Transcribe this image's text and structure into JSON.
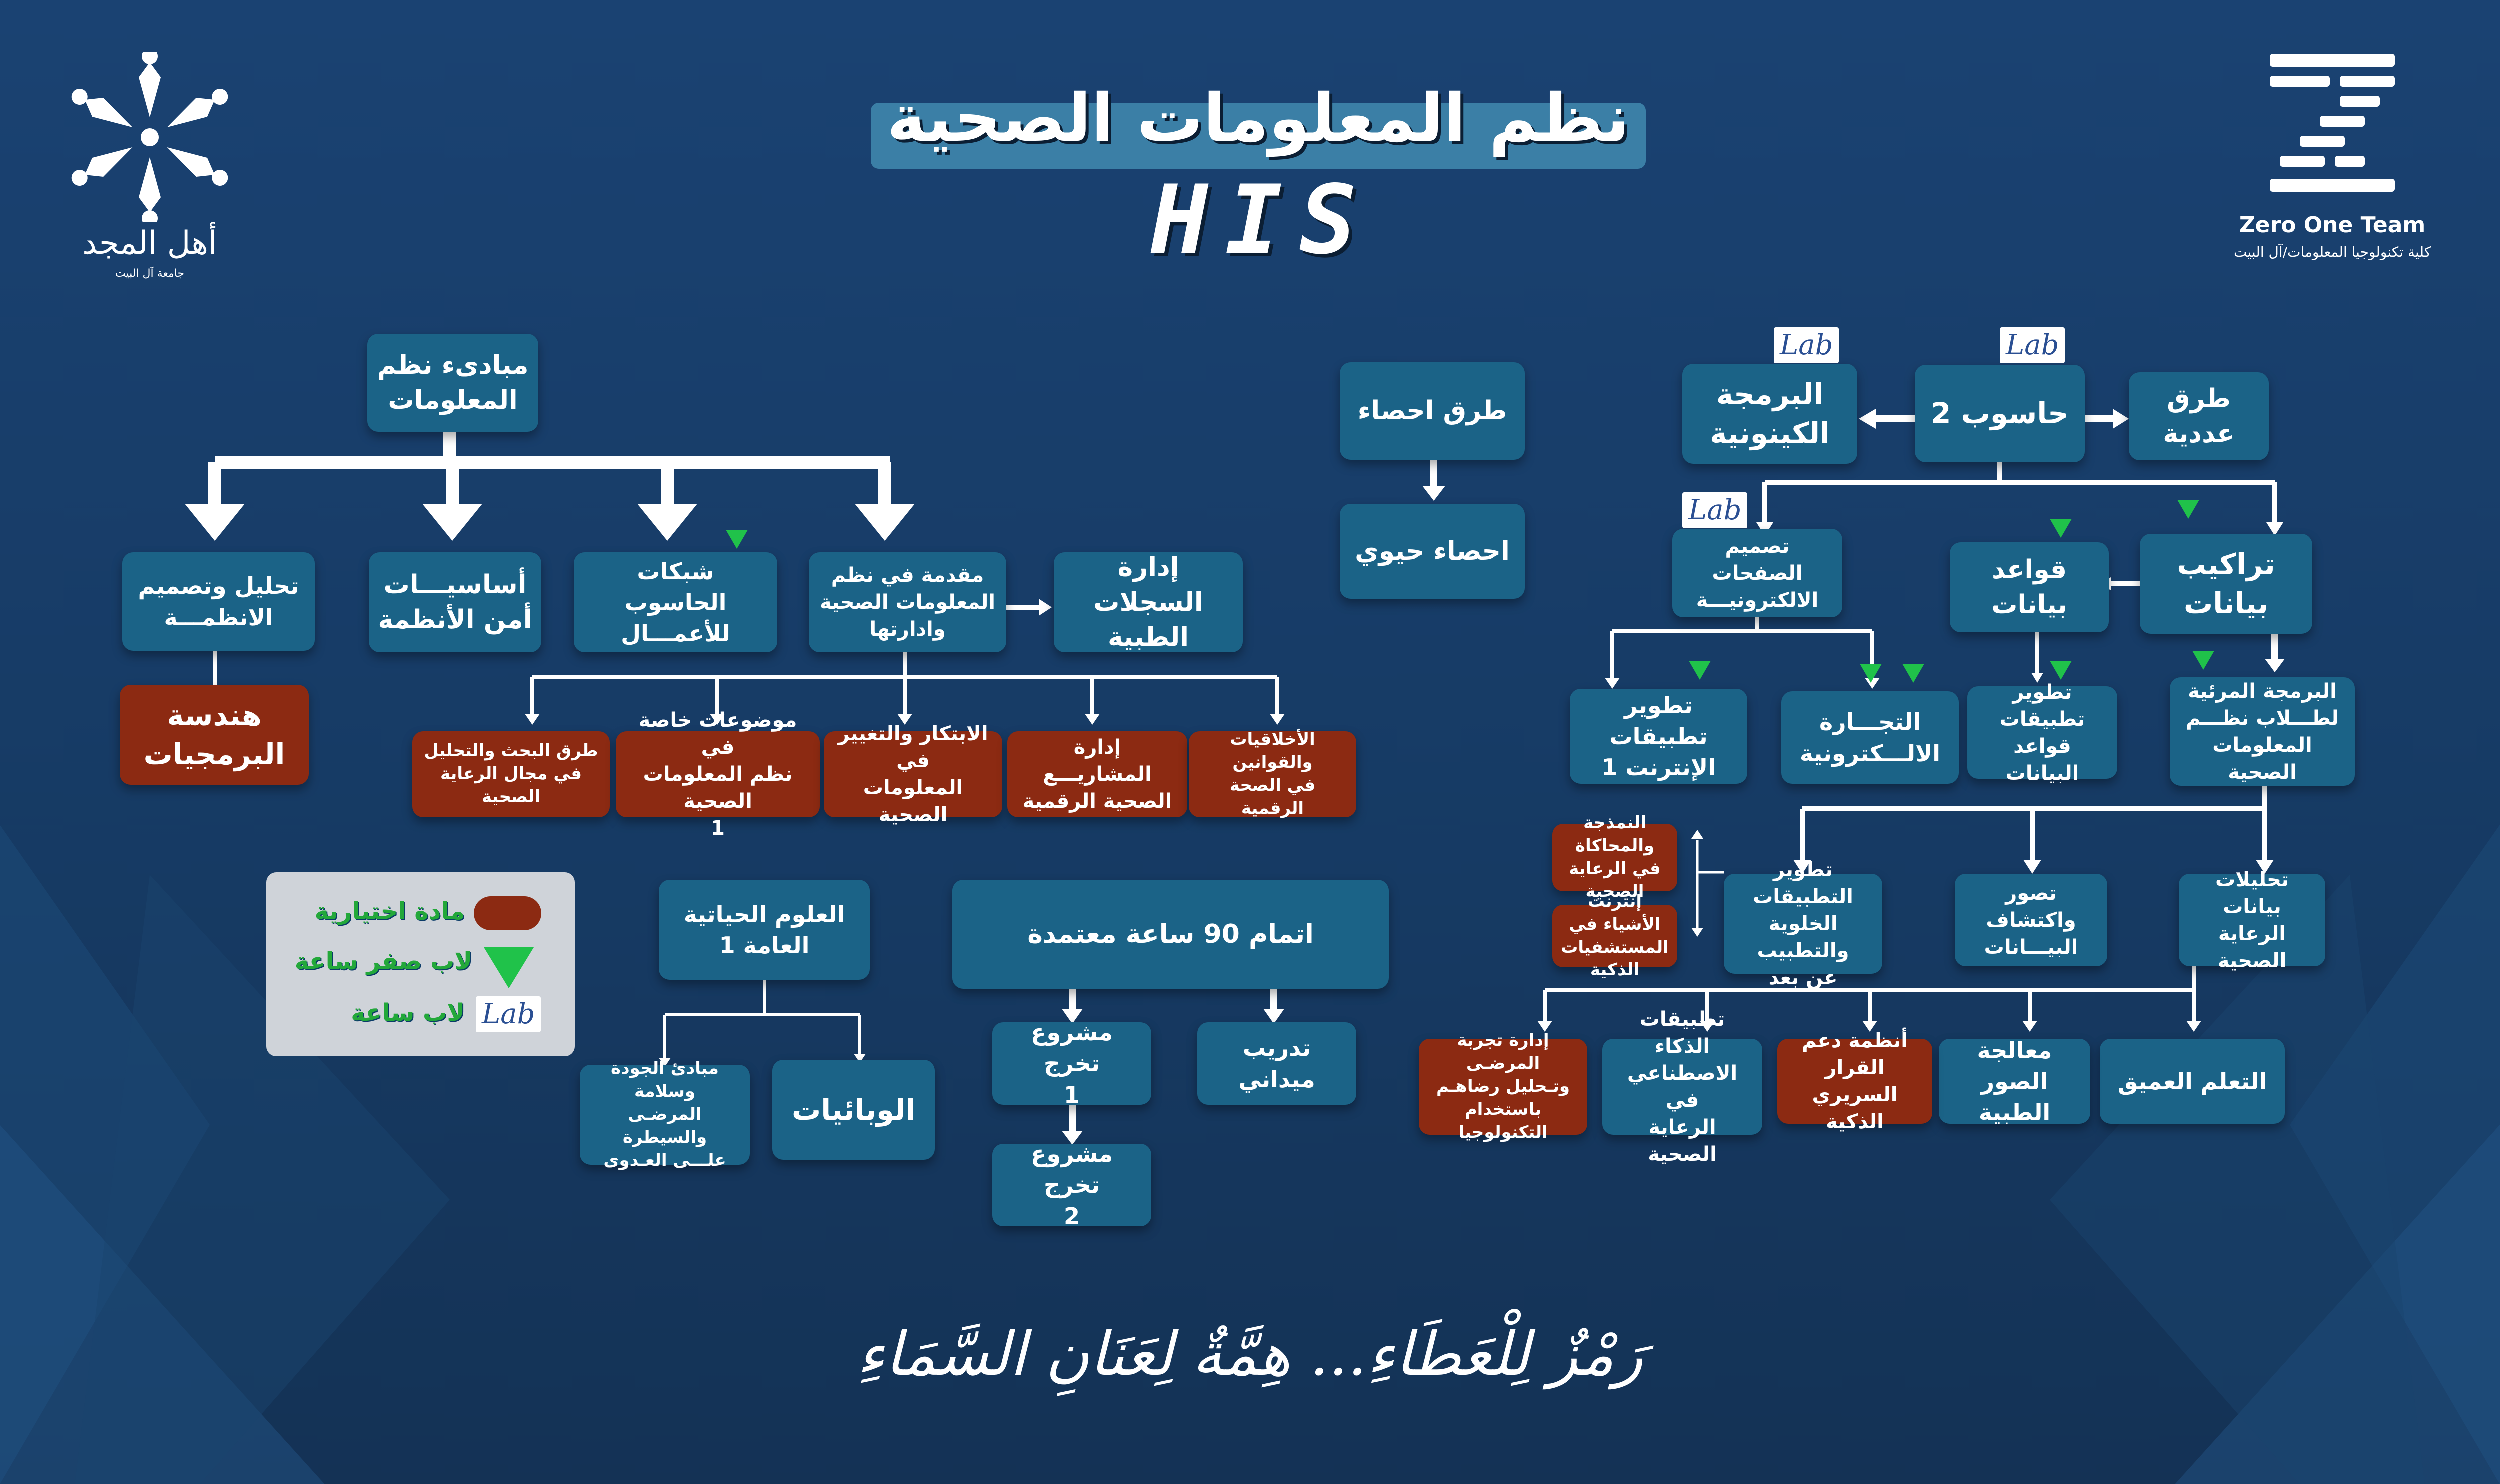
{
  "header": {
    "title": "نظم المعلومات الصحية",
    "subtitle": "HIS",
    "left_logo": {
      "name": "أهل المجد",
      "sub": "جامعة آل البيت"
    },
    "right_logo": {
      "name": "Zero One Team",
      "sub": "كلية تكنولوجيا المعلومات/آل البيت"
    }
  },
  "lab_label": "Lab",
  "legend": {
    "elective": "مادة اختيارية",
    "lab_zero": "لاب صفر ساعة",
    "lab_hour": "لاب ساعة"
  },
  "nodes": {
    "mabadi": "مبادىء نظم\nالمعلومات",
    "tahleel": "تحليل وتصميم\nالانظمـــة",
    "handasa": "هندسة\nالبرمجيات",
    "asasiyat": "أساسيـــات\nأمن الأنظمة",
    "shabakat": "شبكات الحاسوب\nللأعمـــال",
    "muqaddima": "مقدمة في نظم\nالمعلومات الصحية\nوادارتها",
    "idarat_sijillat": "إدارة السجلات\nالطبية",
    "turuq_bahth": "طرق البحث والتحليل\nفي مجال الرعاية الصحية",
    "mawdooat": "موضوعات خاصة في\nنظم المعلومات الصحية\n1",
    "ibtikar": "الابتكار والتغيير في\nالمعلومات الصحية",
    "idarat_mashari": "إدارة المشاريـــع\nالصحية الرقمية",
    "akhlaqiyat": "الأخلاقيات والقوانين\nفي الصحة الرقمية",
    "turuq_ihsa": "طرق احصاء",
    "ihsa_hayawi": "احصاء حيوي",
    "turuq_adadiya": "طرق عددية",
    "hasoob2": "حاسوب 2",
    "kainoniya": "البرمجة\nالكينونية",
    "tarakeeb": "تراكيب\nبيانات",
    "qawaid": "قواعد\nبيانات",
    "tasmeem_safahat": "تصميم الصفحات\nالالكترونيـــة",
    "tatweer_qawaid": "تطوير تطبيقات\nقواعد البيانات",
    "tijara": "التجـــارة\nالالـــكترونية",
    "tatweer_internet": "تطوير تطبيقات\nالإنترنت 1",
    "barmaja_mar2iya": "البرمجة المرئية\nلطـــلاب نظـــم\nالمعلومات الصحية",
    "tahleelat": "تحليلات بيانات\nالرعاية الصحية",
    "tasawwur": "تصور واكتشاف\nالبيـــانات",
    "tatbeeqat_khalawiya": "تطوير التطبيقات\nالخلوية والتطبيب\nعن بعد",
    "namthaja": "النمذجة والمحاكاة\nفي الرعاية الصحية",
    "internet_ashya": "إنترنت الأشياء في\nالمستشفيات الذكية",
    "taallum": "التعلم العميق",
    "muaalaja": "معالجة الصور\nالطبية",
    "anthima": "أنظمة دعم القرار\nالسريري الذكية",
    "dhakaa": "تطبيقات الذكاء\nالاصطناعي في\nالرعاية الصحية",
    "idarat_tajriba": "إدارة تجربة المرضـى\nوتـحليل رضاهـم\nباستخدام التكنولوجيا",
    "uloom": "العلوم الحياتية\nالعامة 1",
    "wabaiyat": "الوبائيات",
    "mabadi_jawda": "مبادئ الجودة وسلامة\nالمرضـى والسيطرة\nعلـــى العـدوى",
    "itmam": "اتمام 90 ساعة معتمدة",
    "mashroo1": "مشروع تخرج\n1",
    "mashroo2": "مشروع تخرج\n2",
    "tadreeb": "تدريب ميداني"
  },
  "slogan": "رَمْزٌ لِلْعَطَاءِ... هِمَّةٌ لِعَنَانِ السَّمَاءِ"
}
